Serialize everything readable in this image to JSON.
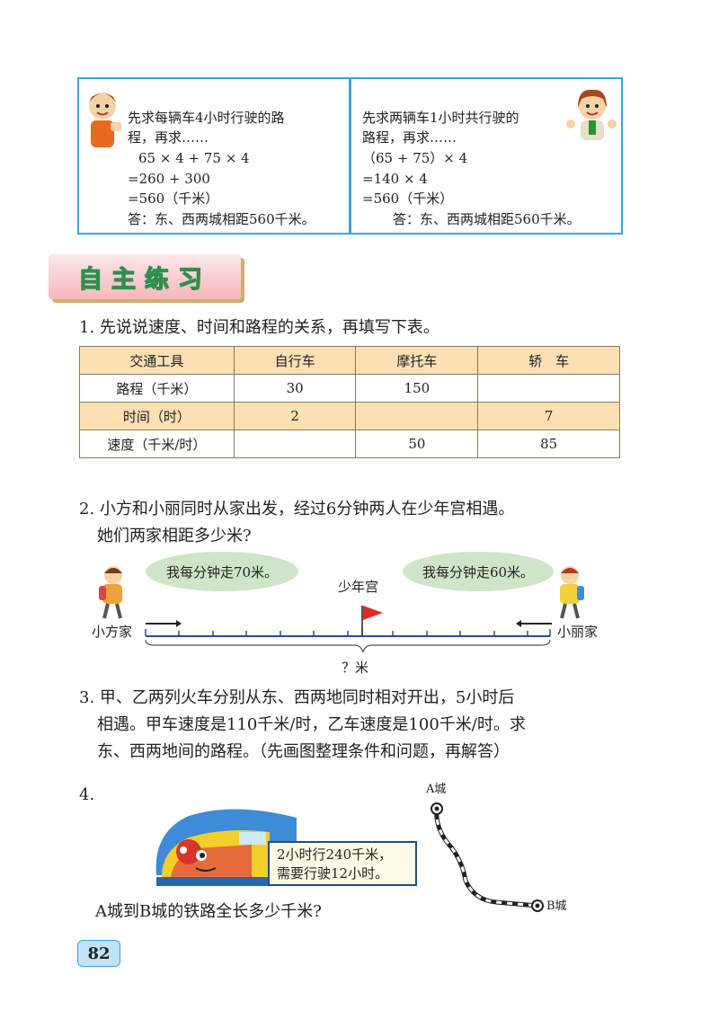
{
  "solutions": {
    "left": {
      "line1": "先求每辆车4小时行驶的路",
      "line2": "程，再求……",
      "line3": "65 × 4 + 75 × 4",
      "line4": "=260 + 300",
      "line5": "=560（千米）",
      "line6": "答：东、西两城相距560千米。"
    },
    "right": {
      "line1": "先求两辆车1小时共行驶的",
      "line2": "路程，再求……",
      "line3": "（65 + 75）× 4",
      "line4": "=140 × 4",
      "line5": "=560（千米）",
      "line6": "答：东、西两城相距560千米。"
    }
  },
  "section_title": "自主练习",
  "q1": {
    "text": "1. 先说说速度、时间和路程的关系，再填写下表。",
    "headers": [
      "交通工具",
      "自行车",
      "摩托车",
      "轿　车"
    ],
    "rows": [
      [
        "路程（千米）",
        "30",
        "150",
        ""
      ],
      [
        "时间（时）",
        "2",
        "",
        "7"
      ],
      [
        "速度（千米/时）",
        "",
        "50",
        "85"
      ]
    ]
  },
  "q2": {
    "line1": "2. 小方和小丽同时从家出发，经过6分钟两人在少年宫相遇。",
    "line2": "她们两家相距多少米?",
    "bubble_left": "我每分钟走70米。",
    "bubble_right": "我每分钟走60米。",
    "label_center": "少年宫",
    "label_left": "小方家",
    "label_right": "小丽家",
    "label_distance": "？米",
    "colors": {
      "line": "#2b4a9a",
      "flag": "#e02a2a",
      "bubble": "#cfe5c8"
    }
  },
  "q3": {
    "line1": "3. 甲、乙两列火车分别从东、西两地同时相对开出，5小时后",
    "line2": "相遇。甲车速度是110千米/时，乙车速度是100千米/时。求",
    "line3": "东、西两地间的路程。（先画图整理条件和问题，再解答）"
  },
  "q4": {
    "number": "4.",
    "sign_line1": "2小时行240千米，",
    "sign_line2": "需要行驶12小时。",
    "question": "A城到B城的铁路全长多少千米?",
    "city_a": "A城",
    "city_b": "B城"
  },
  "page_number": "82"
}
